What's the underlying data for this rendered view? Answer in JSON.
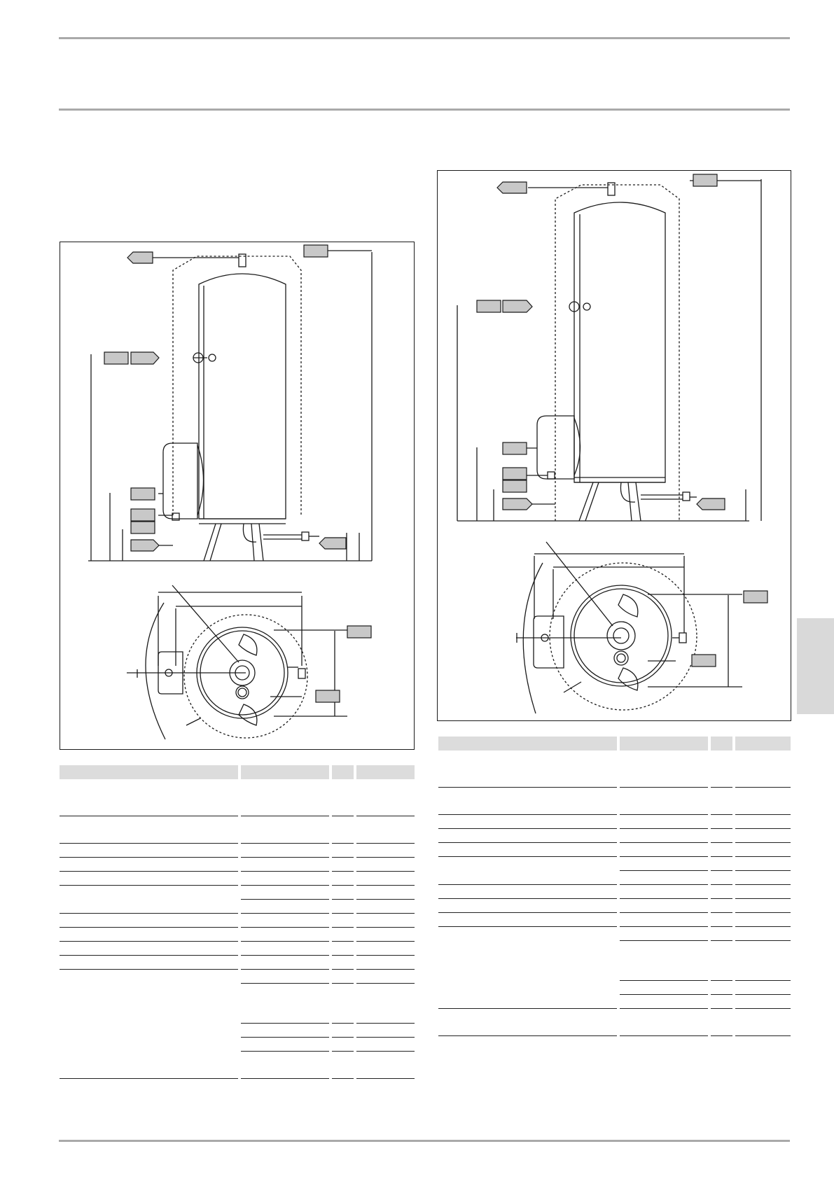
{
  "page": {
    "header_text": "",
    "footer_text": ""
  },
  "colors": {
    "rule": "#a9a9a9",
    "side_tab": "#d9d9d9",
    "callout_fill": "#c8c8c8",
    "table_header": "#dcdcdc",
    "line": "#1a1a1a"
  },
  "figures": [
    {
      "id": "left",
      "callout_labels": [
        "",
        "",
        "",
        "",
        "",
        "",
        "",
        "",
        "",
        "",
        ""
      ]
    },
    {
      "id": "right",
      "callout_labels": [
        "",
        "",
        "",
        "",
        "",
        "",
        "",
        "",
        "",
        "",
        ""
      ]
    }
  ],
  "tables": [
    {
      "id": "left",
      "headers": [
        "",
        "",
        "",
        ""
      ]
    },
    {
      "id": "right",
      "headers": [
        "",
        "",
        "",
        ""
      ]
    }
  ]
}
